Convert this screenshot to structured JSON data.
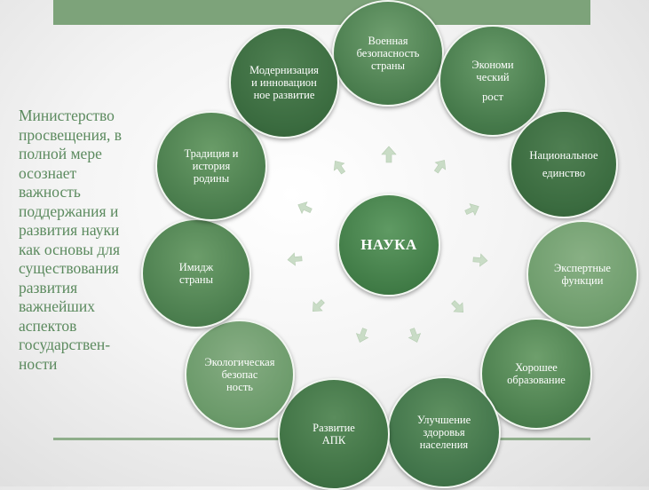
{
  "side_text": {
    "lines": [
      "Министерство",
      "просвещения, в",
      "полной мере",
      "осознает",
      "важность",
      "поддержания и",
      "развития науки",
      "как основы для",
      "существования",
      "развития",
      "важнейших",
      "аспектов",
      "государствен-",
      "ности"
    ]
  },
  "center": {
    "label": "НАУКА"
  },
  "nodes": [
    {
      "lines": [
        "Военная",
        "безопасность",
        "страны"
      ]
    },
    {
      "lines": [
        "Экономи",
        "ческий",
        "рост"
      ]
    },
    {
      "lines": [
        "Национальное",
        "единство"
      ]
    },
    {
      "lines": [
        "Экспертные",
        "функции"
      ]
    },
    {
      "lines": [
        "Хорошее",
        "образование"
      ]
    },
    {
      "lines": [
        "Улучшение",
        "здоровья",
        "населения"
      ]
    },
    {
      "lines": [
        "Развитие",
        "АПК"
      ]
    },
    {
      "lines": [
        "Экологическая",
        "безопас",
        "ность"
      ]
    },
    {
      "lines": [
        "Имидж",
        "страны"
      ]
    },
    {
      "lines": [
        "Традиция и",
        "история",
        "родины"
      ]
    },
    {
      "lines": [
        "Модернизация",
        "и инновацион",
        "ное развитие"
      ]
    }
  ],
  "colors": {
    "node_dark": "#3d6e42",
    "node_light": "#8cb38a",
    "arrow": "#c9dcc6",
    "text_green": "#5b8a5e"
  }
}
